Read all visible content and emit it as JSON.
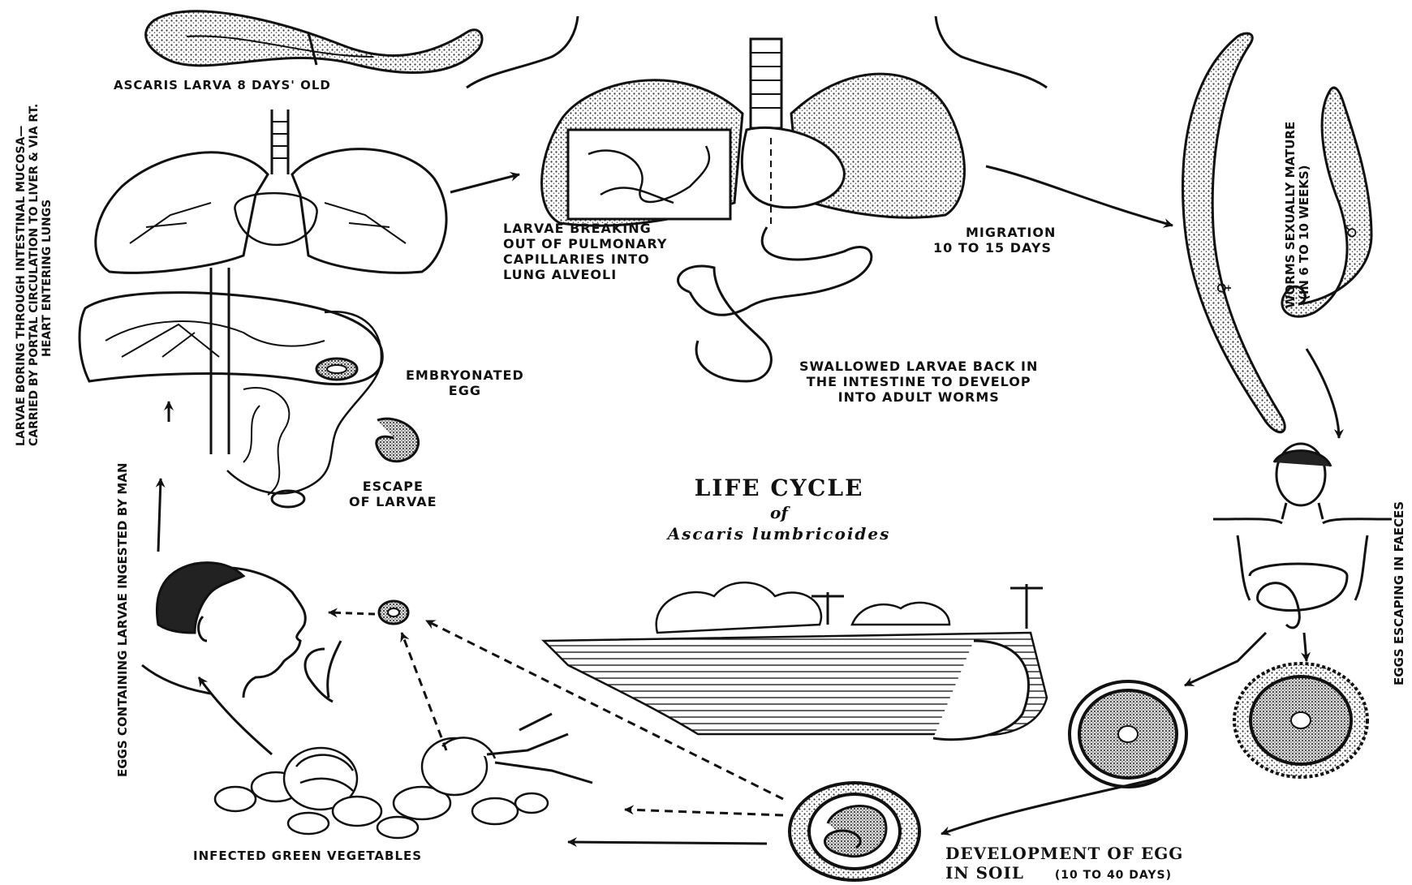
{
  "title": {
    "line1": "LIFE CYCLE",
    "line2": "of",
    "line3": "Ascaris lumbricoides"
  },
  "labels": {
    "larva_8_days": "ASCARIS LARVA 8 DAYS' OLD",
    "larvae_breaking": [
      "LARVAE BREAKING",
      "OUT OF PULMONARY",
      "CAPILLARIES INTO",
      "LUNG ALVEOLI"
    ],
    "migration": [
      "MIGRATION",
      "10 TO 15 DAYS"
    ],
    "swallowed": [
      "SWALLOWED LARVAE BACK IN",
      "THE INTESTINE TO DEVELOP",
      "INTO ADULT WORMS"
    ],
    "embryonated_egg": [
      "EMBRYONATED",
      "EGG"
    ],
    "escape_larvae": [
      "ESCAPE",
      "OF LARVAE"
    ],
    "worms_mature": [
      "WORMS SEXUALLY MATURE",
      "(IN 6 TO 10 WEEKS)"
    ],
    "female_symbol": "♀",
    "male_symbol": "♂",
    "eggs_escaping": "EGGS ESCAPING IN FAECES",
    "development_egg": [
      "DEVELOPMENT OF EGG",
      "IN SOIL"
    ],
    "development_days": "(10 TO 40 DAYS)",
    "infected_vegetables": "INFECTED GREEN VEGETABLES",
    "eggs_ingested": "EGGS CONTAINING LARVAE INGESTED BY MAN",
    "larvae_boring": [
      "LARVAE BORING THROUGH INTESTINAL MUCOSA—",
      "CARRIED BY PORTAL CIRCULATION TO LIVER & VIA RT.",
      "HEART ENTERING LUNGS"
    ]
  },
  "colors": {
    "ink": "#111111",
    "paper": "#ffffff",
    "stipple": "#555555"
  }
}
